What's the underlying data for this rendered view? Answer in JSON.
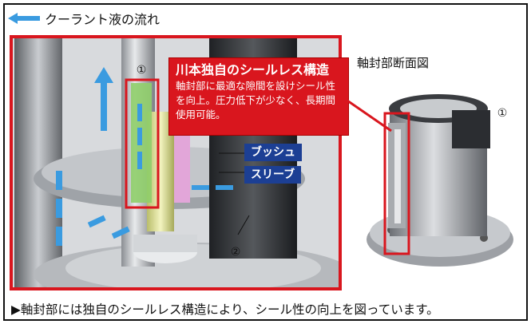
{
  "legend": {
    "label": "クーラント液の流れ",
    "arrow_color": "#3a9be0"
  },
  "callout": {
    "title": "川本独自のシールレス構造",
    "body": "軸封部に最適な隙間を設けシール性を向上。圧力低下が少なく、長期間使用可能。",
    "color": "#d9161e"
  },
  "tags": {
    "bush": "ブッシュ",
    "sleeve": "スリーブ"
  },
  "markers": {
    "one": "①",
    "two": "②",
    "detail_one": "①"
  },
  "detail": {
    "title": "軸封部断面図"
  },
  "caption": "▶軸封部には独自のシールレス構造により、シール性の向上を図っています。",
  "colors": {
    "frame_red": "#d9161e",
    "flow_blue": "#3a9be0",
    "tag_blue": "#1c3f94"
  }
}
